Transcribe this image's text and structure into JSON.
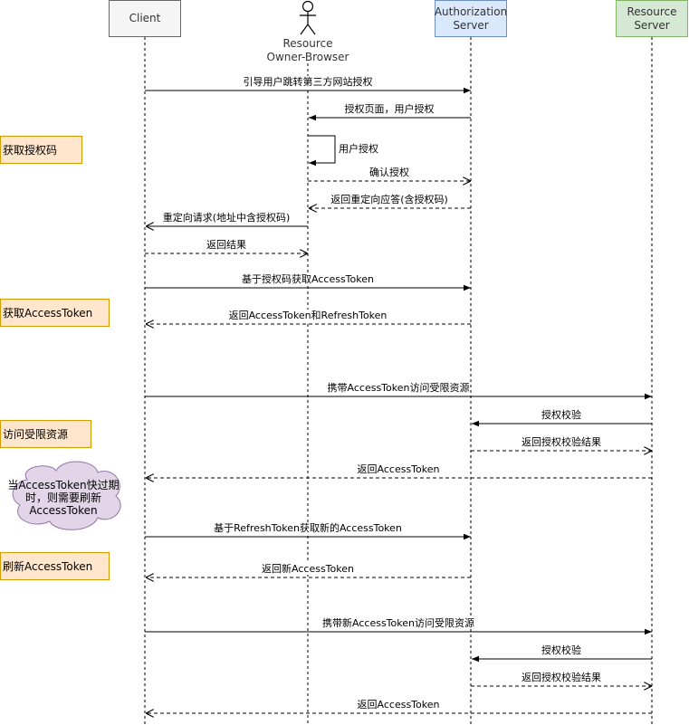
{
  "actors": {
    "client": "Client",
    "browser": "Resource\nOwner-Browser",
    "auth": "Authorization\nServer",
    "resource": "Resource\nServer"
  },
  "colors": {
    "client_fill": "#f5f5f5",
    "auth_fill": "#dae8fc",
    "auth_stroke": "#6c8ebf",
    "resource_fill": "#d5e8d4",
    "resource_stroke": "#82b366",
    "note_fill": "#ffe6cc",
    "note_stroke": "#d79b00",
    "cloud_fill": "#e1d5e7",
    "cloud_stroke": "#9673a6"
  },
  "notes": {
    "get_code": "获取授权码",
    "get_token": "获取AccessToken",
    "access": "访问受限资源",
    "refresh": "刷新AccessToken"
  },
  "cloud": {
    "text": "当AccessToken快过期\n时，则需要刷新\nAccessToken"
  },
  "messages": [
    {
      "label": "引导用户跳转第三方网站授权"
    },
    {
      "label": "授权页面，用户授权"
    },
    {
      "label": "用户授权"
    },
    {
      "label": "确认授权"
    },
    {
      "label": "返回重定向应答(含授权码)"
    },
    {
      "label": "重定向请求(地址中含授权码)"
    },
    {
      "label": "返回结果"
    },
    {
      "label": "基于授权码获取AccessToken"
    },
    {
      "label": "返回AccessToken和RefreshToken"
    },
    {
      "label": "携带AccessToken访问受限资源"
    },
    {
      "label": "授权校验"
    },
    {
      "label": "返回授权校验结果"
    },
    {
      "label": "返回AccessToken"
    },
    {
      "label": "基于RefreshToken获取新的AccessToken"
    },
    {
      "label": "返回新AccessToken"
    },
    {
      "label": "携带新AccessToken访问受限资源"
    },
    {
      "label": "授权校验"
    },
    {
      "label": "返回授权校验结果"
    },
    {
      "label": "返回AccessToken"
    }
  ]
}
